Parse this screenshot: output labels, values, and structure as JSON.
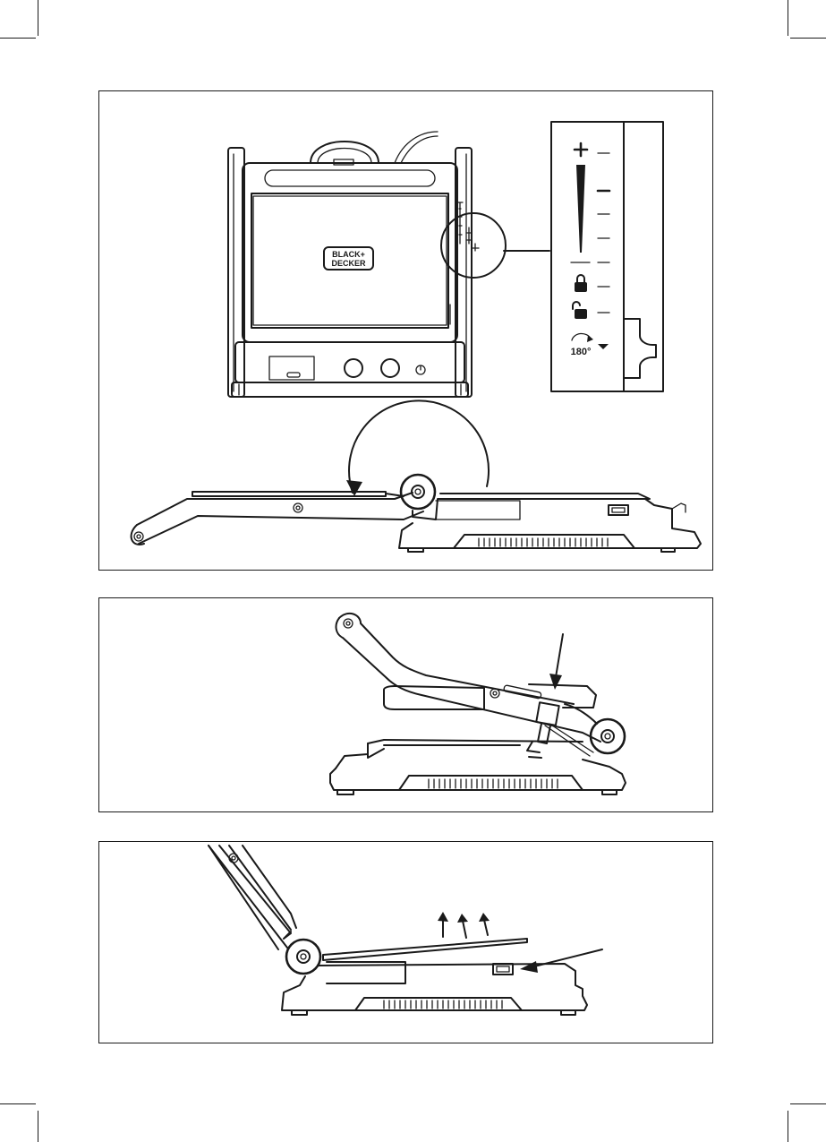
{
  "brand_logo": {
    "line1": "BLACK+",
    "line2": "DECKER"
  },
  "control_scale": {
    "rotation_label": "180°",
    "icons": [
      "plus-icon",
      "lock-icon",
      "unlock-icon",
      "rotate-icon",
      "down-triangle-icon"
    ]
  },
  "colors": {
    "ink": "#1a1a1a",
    "paper": "#ffffff"
  }
}
